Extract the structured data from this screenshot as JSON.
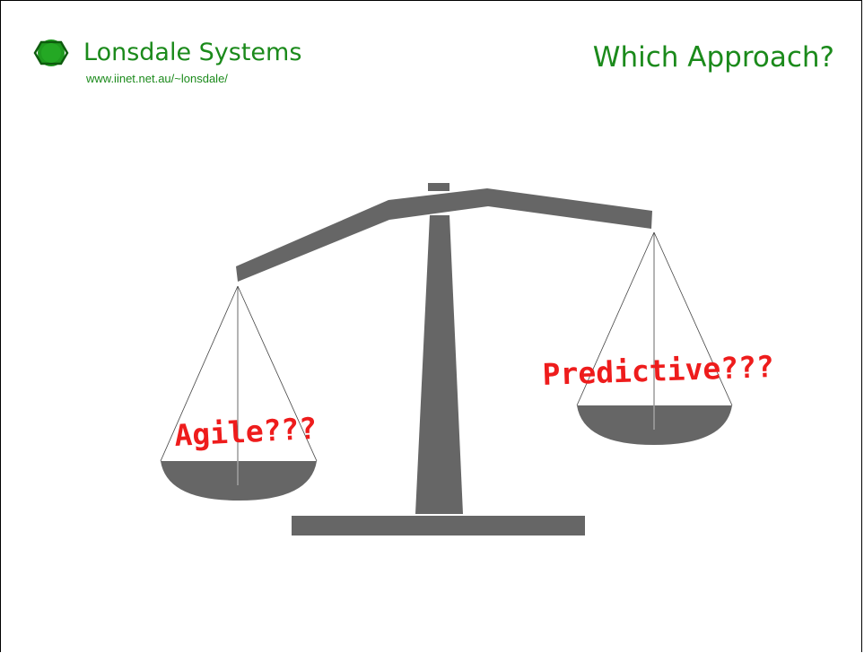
{
  "header": {
    "brand_name": "Lonsdale Systems",
    "brand_url": "www.iinet.net.au/~lonsdale/",
    "slide_title": "Which Approach?"
  },
  "scale": {
    "left_label": "Agile???",
    "right_label": "Predictive???"
  },
  "colors": {
    "brand_green": "#1b8a1b",
    "scale_gray": "#666666",
    "label_red": "#ee1c1c"
  },
  "icons": {
    "logo": "lonsdale-logo-icon"
  }
}
